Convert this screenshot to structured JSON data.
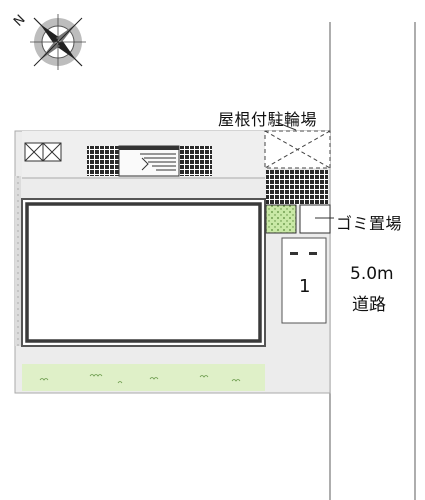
{
  "compass": {
    "north_label": "N",
    "icon": "compass-rose-icon"
  },
  "labels": {
    "covered_bicycle_parking": "屋根付駐輪場",
    "garbage_area": "ゴミ置場",
    "road_width": "5.0m",
    "road": "道路"
  },
  "parking": {
    "spot_number": "1"
  },
  "colors": {
    "site_fill": "#ececec",
    "building_outline": "#3a3a3a",
    "lawn": "#dff0c8",
    "planting": "#c9e8a6",
    "pavers": "#222222",
    "road_line": "#777777"
  }
}
